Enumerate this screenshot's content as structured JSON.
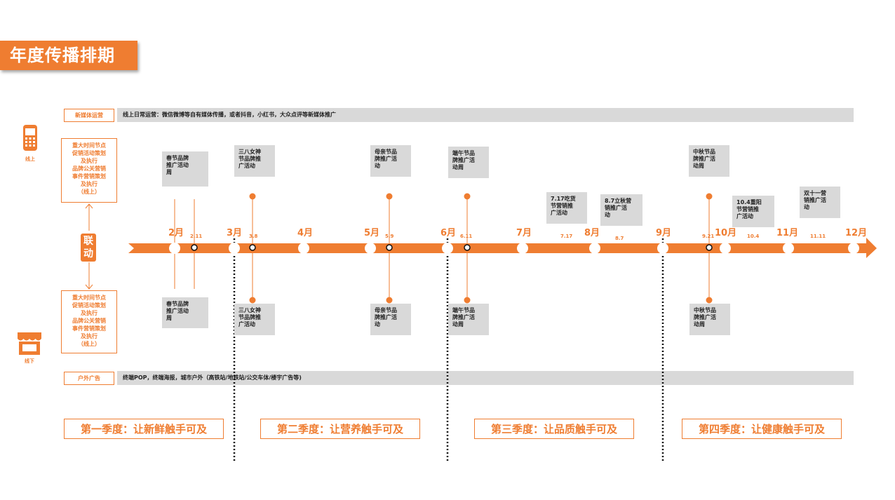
{
  "title": "年度传播排期",
  "rows": {
    "new_media": {
      "label": "新媒体运营",
      "text": "线上日常运营：微信微博等自有媒体传播，或者抖音，小红书，大众点评等新媒体推广"
    },
    "outdoor": {
      "label": "户外广告",
      "text": "终端POP，终端海报，城市户外（高铁站/地铁站/公交车体/楼宇广告等)"
    }
  },
  "online": {
    "icon": "phone-icon",
    "label": "线上",
    "side_lines": [
      "重大时间节点",
      "促销活动策划",
      "及执行",
      "品牌公关营销",
      "事件营销策划",
      "及执行",
      "（线上）"
    ]
  },
  "offline": {
    "icon": "store-icon",
    "label": "线下",
    "side_lines": [
      "重大时间节点",
      "促销活动策划",
      "及执行",
      "品牌公关营销",
      "事件营销策划",
      "及执行",
      "（线上）"
    ]
  },
  "liandong": [
    "联",
    "动"
  ],
  "months": [
    "2月",
    "3月",
    "4月",
    "5月",
    "6月",
    "7月",
    "8月",
    "9月",
    "10月",
    "11月",
    "12月"
  ],
  "minor_dates": [
    "2.11",
    "3.8",
    "5.9",
    "6.11",
    "7.17",
    "8.7",
    "9.21",
    "10.4",
    "11.11"
  ],
  "events_top": [
    [
      "春节品牌",
      "推广活动",
      "周"
    ],
    [
      "三八女神",
      "节品牌推",
      "广活动"
    ],
    [
      "母亲节品",
      "牌推广活",
      "动"
    ],
    [
      "端午节品",
      "牌推广活",
      "动周"
    ],
    [
      "7.17吃货",
      "节营销推",
      "广活动"
    ],
    [
      "8.7立秋营",
      "销推广活",
      "动"
    ],
    [
      "中秋节品",
      "牌推广活",
      "动周"
    ],
    [
      "10.4重阳",
      "节营销推",
      "广活动"
    ],
    [
      "双十一营",
      "销推广活",
      "动"
    ]
  ],
  "events_bottom": [
    [
      "春节品牌",
      "推广活动",
      "周"
    ],
    [
      "三八女神",
      "节品牌推",
      "广活动"
    ],
    [
      "母亲节品",
      "牌推广活",
      "动"
    ],
    [
      "端午节品",
      "牌推广活",
      "动周"
    ],
    [
      "中秋节品",
      "牌推广活",
      "动周"
    ]
  ],
  "quarters": [
    "第一季度：让新鲜触手可及",
    "第二季度：让营养触手可及",
    "第三季度：让品质触手可及",
    "第四季度：让健康触手可及"
  ],
  "colors": {
    "accent": "#ef7d31",
    "gray": "#d9d9d9"
  }
}
